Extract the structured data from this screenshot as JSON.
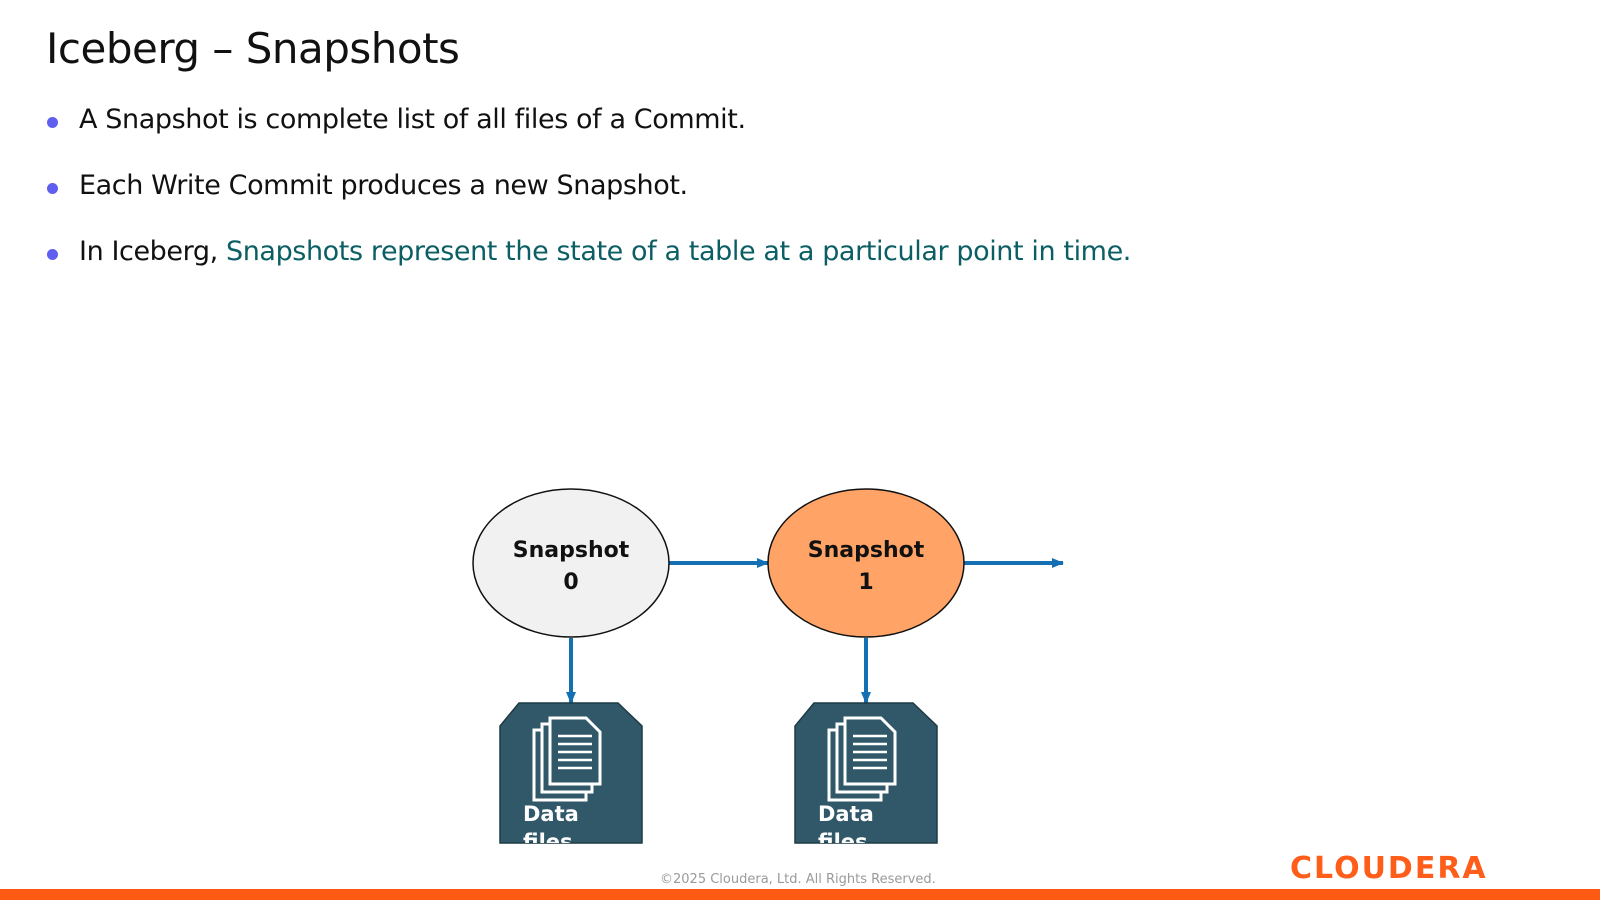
{
  "slide": {
    "title": "Iceberg – Snapshots"
  },
  "bullets": [
    {
      "text": "A Snapshot is complete list of all files of a Commit.",
      "highlight": ""
    },
    {
      "text": "Each Write Commit produces a new Snapshot.",
      "highlight": ""
    },
    {
      "text": "In Iceberg, ",
      "highlight": "Snapshots represent the state of a table at a particular point in time."
    }
  ],
  "diagram": {
    "nodes": [
      {
        "line1": "Snapshot",
        "line2": "0",
        "fill": "#f1f1f1"
      },
      {
        "line1": "Snapshot",
        "line2": "1",
        "fill": "#ffa466"
      }
    ],
    "data_boxes": [
      {
        "line1": "Data",
        "line2": "files"
      },
      {
        "line1": "Data",
        "line2": "files"
      }
    ],
    "icons": [
      "files-icon"
    ],
    "colors": {
      "arrow": "#1570b3",
      "data_box": "#305868",
      "ellipse_stroke": "#111111"
    }
  },
  "footer": {
    "copyright": "©2025 Cloudera, Ltd. All Rights Reserved.",
    "logo": "CLOUDERA",
    "accent_bar_color": "#ff5a14"
  }
}
